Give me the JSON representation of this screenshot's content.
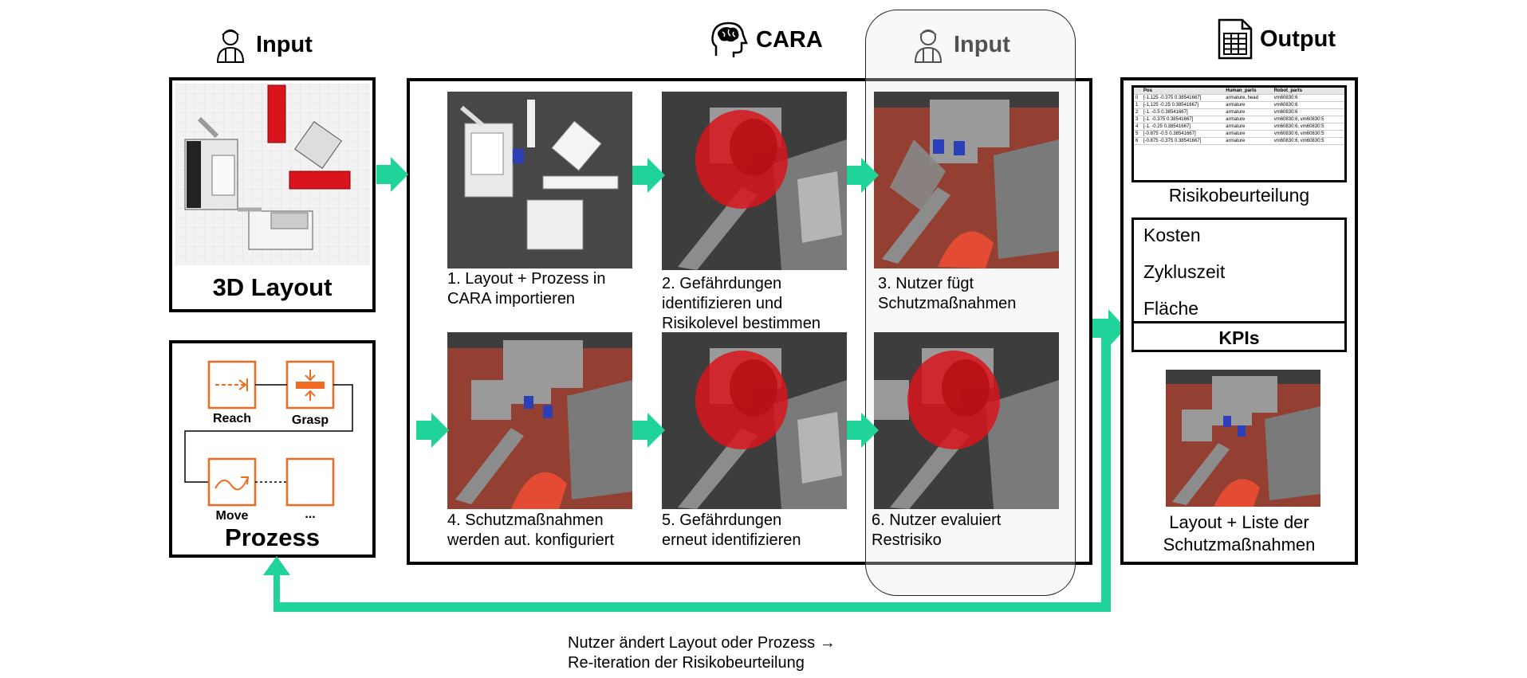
{
  "headers": {
    "input_left": "Input",
    "cara": "CARA",
    "input_mid": "Input",
    "output": "Output"
  },
  "left": {
    "layout_title": "3D Layout",
    "process_title": "Prozess",
    "process_steps": [
      "Reach",
      "Grasp",
      "Move",
      "..."
    ]
  },
  "steps": [
    "1. Layout + Prozess in\nCARA importieren",
    "2. Gefährdungen\nidentifizieren und\nRisikolevel bestimmen",
    "3. Nutzer fügt\nSchutzmaßnahmen",
    "4. Schutzmaßnahmen\nwerden aut. konfiguriert",
    "5. Gefährdungen\nerneut identifizieren",
    "6. Nutzer evaluiert\nRestrisiko"
  ],
  "output": {
    "risk_label": "Risikobeurteilung",
    "kpi_items": [
      "Kosten",
      "Zykluszeit",
      "Fläche"
    ],
    "kpi_label": "KPIs",
    "result_label": "Layout + Liste der\nSchutzmaßnahmen",
    "table": {
      "columns": [
        "",
        "Pos",
        "Human_parts",
        "Robot_parts"
      ],
      "rows": [
        [
          "0",
          "[-1.125  -0.375  0.38541667]",
          "armature, head",
          "vm60830:6"
        ],
        [
          "1",
          "[-1.125  -0.25  0.38541667]",
          "armature",
          "vm60830:6"
        ],
        [
          "2",
          "[-1.  -0.5  0.38541667]",
          "armature",
          "vm60830:6"
        ],
        [
          "3",
          "[-1.  -0.375  0.38541667]",
          "armature",
          "vm60830:6, vm60830:5"
        ],
        [
          "4",
          "[-1.  -0.25  0.38541667]",
          "armature",
          "vm60830:6, vm60830:5"
        ],
        [
          "5",
          "[-0.875  -0.5  0.38541667]",
          "armature",
          "vm60830:6, vm60830:5"
        ],
        [
          "6",
          "[-0.875  -0.375  0.38541667]",
          "armature",
          "vm60830:6, vm60830:5"
        ]
      ]
    }
  },
  "loop_text": "Nutzer ändert Layout oder Prozess →\nRe-iteration der Risikobeurteilung",
  "colors": {
    "accent_arrow": "#1fd39b",
    "process_orange": "#f26a21",
    "hazard_red": "#d9141c",
    "thumb_bg": "#3b3b3b"
  }
}
